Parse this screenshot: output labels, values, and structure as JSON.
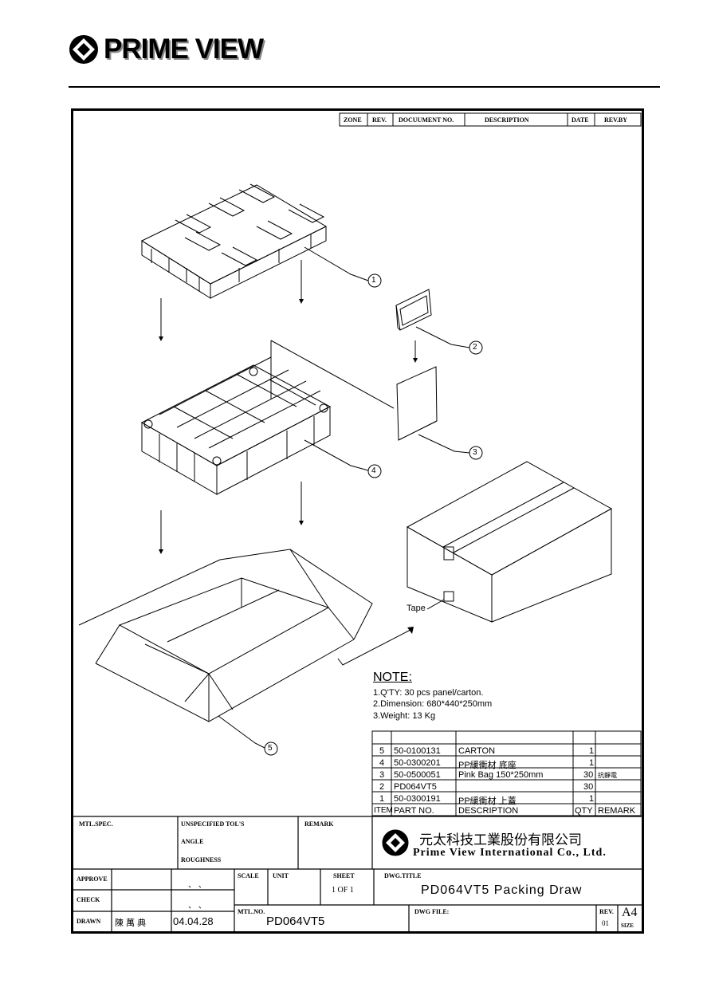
{
  "header": {
    "brand": "PRIME VIEW"
  },
  "revision_table": {
    "headers": [
      "ZONE",
      "REV.",
      "DOCUUMENT NO.",
      "DESCRIPTION",
      "DATE",
      "REV.BY"
    ]
  },
  "callouts": [
    "1",
    "2",
    "3",
    "4",
    "5"
  ],
  "tape_label": "Tape",
  "note": {
    "title": "NOTE:",
    "lines": [
      "1.Q'TY:  30 pcs panel/carton.",
      "2.Dimension: 680*440*250mm",
      "3.Weight:  13 Kg"
    ]
  },
  "bom": {
    "rows": [
      {
        "item": "5",
        "part": "50-0100131",
        "desc": "CARTON",
        "qty": "1",
        "remark": ""
      },
      {
        "item": "4",
        "part": "50-0300201",
        "desc": "PP緩衝材  底座",
        "qty": "1",
        "remark": ""
      },
      {
        "item": "3",
        "part": "50-0500051",
        "desc": "Pink Bag 150*250mm",
        "qty": "30",
        "remark": "抗靜電"
      },
      {
        "item": "2",
        "part": "PD064VT5",
        "desc": "",
        "qty": "30",
        "remark": ""
      },
      {
        "item": "1",
        "part": "50-0300191",
        "desc": "PP緩衝材  上蓋",
        "qty": "1",
        "remark": ""
      }
    ],
    "headers": {
      "item": "ITEM",
      "part": "PART NO.",
      "desc": "DESCRIPTION",
      "qty": "QTY",
      "remark": "REMARK"
    }
  },
  "title_block": {
    "mtl_spec": "MTL.SPEC.",
    "unspecified_tols": "UNSPECIFIED TOL'S",
    "angle": "ANGLE",
    "roughness": "ROUGHNESS",
    "remark": "REMARK",
    "company_cn": "元太科技工業股份有限公司",
    "company_en": "Prime View International Co., Ltd.",
    "approve": "APPROVE",
    "check": "CHECK",
    "drawn": "DRAWN",
    "drawn_by": "陳  萬  典",
    "drawn_date": "04.04.28",
    "scale": "SCALE",
    "unit": "UNIT",
    "sheet": "SHEET",
    "sheet_value": "1 OF 1",
    "dwg_title_label": "DWG.TITLE",
    "dwg_title": "PD064VT5  Packing  Draw",
    "mtl_no_label": "MTL.NO.",
    "mtl_no": "PD064VT5",
    "dwg_file": "DWG  FILE:",
    "rev_label": "REV.",
    "rev_value": "01",
    "size_value": "A4",
    "size_label": "SIZE"
  }
}
